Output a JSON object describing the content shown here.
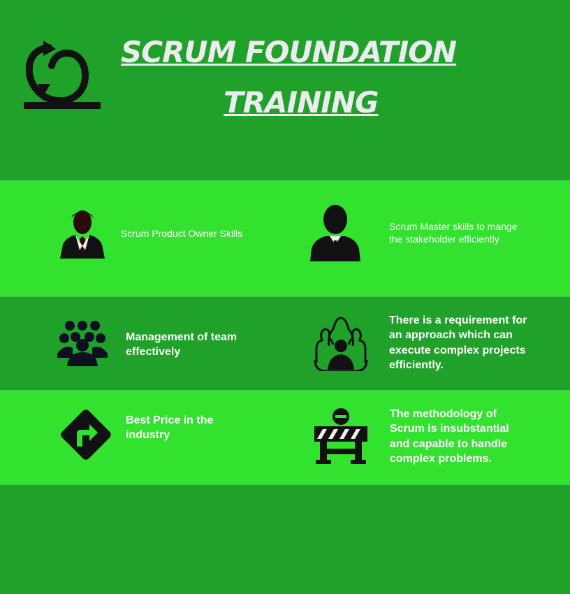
{
  "header": {
    "title_line1": "SCRUM FOUNDATION ",
    "title_line2": "TRAINING",
    "logo_icon": "scrum-cycle-icon"
  },
  "colors": {
    "background": "#1fa12a",
    "band_light": "#33e22e",
    "title": "#ececf0",
    "text": "#ffffff",
    "icon": "#111111"
  },
  "features": [
    {
      "icon": "product-owner-icon",
      "text": "Scrum Product Owner Skills"
    },
    {
      "icon": "scrum-master-icon",
      "text": "Scrum Master skills to mange the stakeholder efficiently"
    },
    {
      "icon": "team-group-icon",
      "text": "Management of team effectively"
    },
    {
      "icon": "team-leader-icon",
      "text": "There is a requirement for an approach which can execute complex projects efficiently."
    },
    {
      "icon": "turn-right-sign-icon",
      "text": "Best Price in the industry"
    },
    {
      "icon": "road-barrier-icon",
      "text": "The methodology of Scrum is insubstantial and capable to handle complex problems."
    }
  ]
}
